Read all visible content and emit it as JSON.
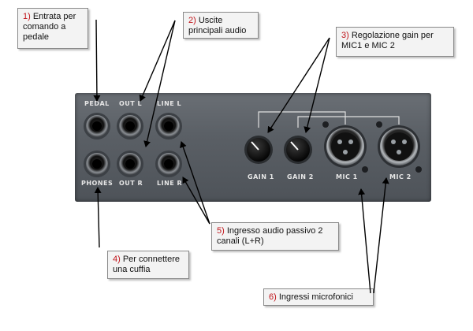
{
  "callouts": {
    "c1": {
      "num": "1)",
      "text": "Entrata per comando a pedale"
    },
    "c2": {
      "num": "2)",
      "text": "Uscite principali audio"
    },
    "c3": {
      "num": "3)",
      "text": "Regolazione gain per MIC1 e MIC 2"
    },
    "c4": {
      "num": "4)",
      "text": "Per connettere una cuffia"
    },
    "c5": {
      "num": "5)",
      "text": "Ingresso audio passivo 2 canali (L+R)"
    },
    "c6": {
      "num": "6)",
      "text": "Ingressi microfonici"
    }
  },
  "panel_labels": {
    "pedal": "PEDAL",
    "out_l": "OUT L",
    "line_l": "LINE L",
    "phones": "PHONES",
    "out_r": "OUT R",
    "line_r": "LINE R",
    "gain1": "GAIN 1",
    "gain2": "GAIN 2",
    "mic1": "MIC 1",
    "mic2": "MIC 2"
  },
  "colors": {
    "callout_number": "#c0141a",
    "panel": "#5c6167",
    "arrow": "#000000"
  }
}
